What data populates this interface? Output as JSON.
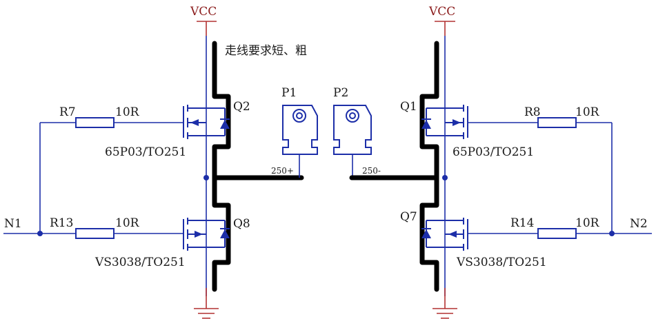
{
  "power": {
    "vcc_left": "VCC",
    "vcc_right": "VCC"
  },
  "note": "走线要求短、粗",
  "nets": {
    "n1": "N1",
    "n2": "N2"
  },
  "resistors": {
    "r7": {
      "ref": "R7",
      "value": "10R"
    },
    "r13": {
      "ref": "R13",
      "value": "10R"
    },
    "r8": {
      "ref": "R8",
      "value": "10R"
    },
    "r14": {
      "ref": "R14",
      "value": "10R"
    }
  },
  "mosfets": {
    "q2": {
      "ref": "Q2",
      "part": "65P03/TO251"
    },
    "q8": {
      "ref": "Q8",
      "part": "VS3038/TO251"
    },
    "q1": {
      "ref": "Q1",
      "part": "65P03/TO251"
    },
    "q7": {
      "ref": "Q7",
      "part": "VS3038/TO251"
    }
  },
  "connectors": {
    "p1": {
      "ref": "P1",
      "net": "250+"
    },
    "p2": {
      "ref": "P2",
      "net": "250-"
    }
  },
  "colors": {
    "wire": "#1c2ea8",
    "power_label": "#8a1a1a",
    "power_stub": "#b23030",
    "thick_trace": "#000000"
  }
}
